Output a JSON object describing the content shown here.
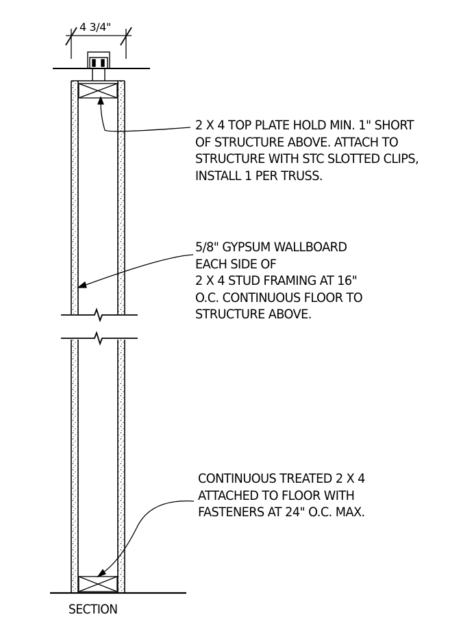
{
  "dimension": {
    "width_label": "4 3/4\""
  },
  "notes": {
    "top_plate": [
      "2 X 4 TOP PLATE HOLD MIN. 1\" SHORT",
      "OF STRUCTURE ABOVE. ATTACH TO",
      "STRUCTURE WITH STC SLOTTED CLIPS,",
      "INSTALL 1 PER TRUSS."
    ],
    "wallboard": [
      "5/8\" GYPSUM WALLBOARD",
      "EACH SIDE OF",
      "2 X 4  STUD FRAMING AT 16\"",
      "O.C. CONTINUOUS FLOOR TO",
      "STRUCTURE ABOVE."
    ],
    "bottom_plate": [
      "CONTINUOUS TREATED 2 X 4",
      "ATTACHED TO FLOOR WITH",
      "FASTENERS AT 24\" O.C. MAX."
    ]
  },
  "section_label": "SECTION"
}
